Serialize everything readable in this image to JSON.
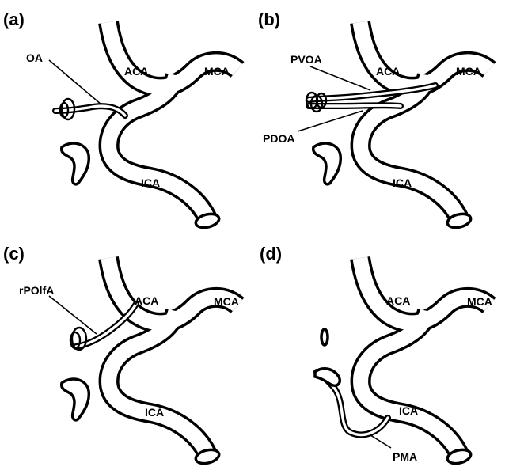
{
  "panels": {
    "a": {
      "letter": "(a)",
      "labels": {
        "oa": "OA",
        "aca": "ACA",
        "mca": "MCA",
        "ica": "ICA"
      }
    },
    "b": {
      "letter": "(b)",
      "labels": {
        "pvoa": "PVOA",
        "pdoa": "PDOA",
        "aca": "ACA",
        "mca": "MCA",
        "ica": "ICA"
      }
    },
    "c": {
      "letter": "(c)",
      "labels": {
        "rpolfa": "rPOlfA",
        "aca": "ACA",
        "mca": "MCA",
        "ica": "ICA"
      }
    },
    "d": {
      "letter": "(d)",
      "labels": {
        "aca": "ACA",
        "mca": "MCA",
        "ica": "ICA",
        "pma": "PMA"
      }
    }
  },
  "colors": {
    "stroke": "#000000",
    "fill": "#ffffff"
  }
}
